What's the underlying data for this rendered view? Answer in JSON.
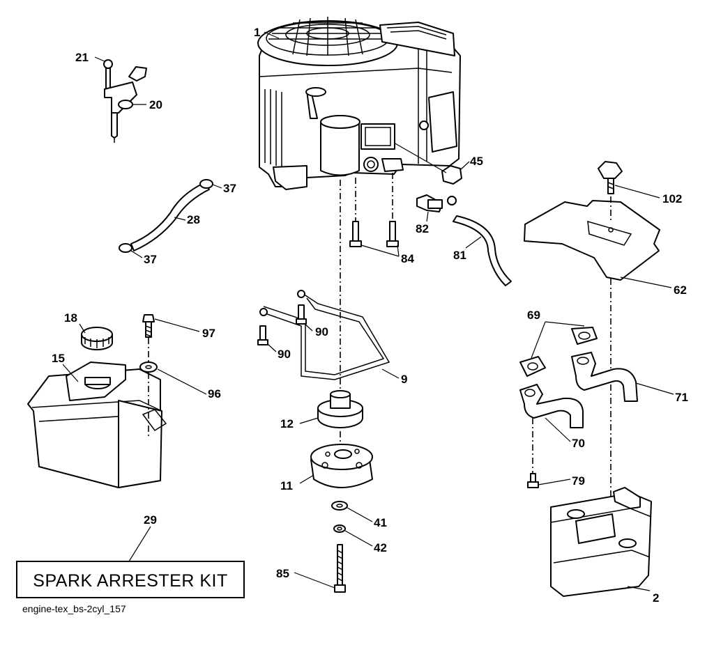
{
  "diagram": {
    "footer_id": "engine-tex_bs-2cyl_157",
    "kit_label": "SPARK ARRESTER KIT",
    "callouts": {
      "engine": "1",
      "muffler": "2",
      "belt_guide": "9",
      "pto_clutch": "11",
      "pulley": "12",
      "fuel_tank": "15",
      "fuel_cap": "18",
      "throttle_control": "20",
      "control_screw": "21",
      "fuel_hose": "28",
      "spark_arrester": "29",
      "hose_clamp_upper": "37",
      "hose_clamp_lower": "37",
      "washer_41": "41",
      "washer_42": "42",
      "oil_filter": "45",
      "muffler_shield": "62",
      "gaskets": "69",
      "exhaust_pipe_left": "70",
      "exhaust_pipe_right": "71",
      "pipe_screw": "79",
      "drain_hose": "81",
      "drain_valve": "82",
      "engine_bolts": "84",
      "clutch_bolt": "85",
      "guide_bolt_upper": "90",
      "guide_bolt_lower": "90",
      "tank_washer": "96",
      "tank_bolt": "97",
      "shield_knob": "102"
    }
  }
}
